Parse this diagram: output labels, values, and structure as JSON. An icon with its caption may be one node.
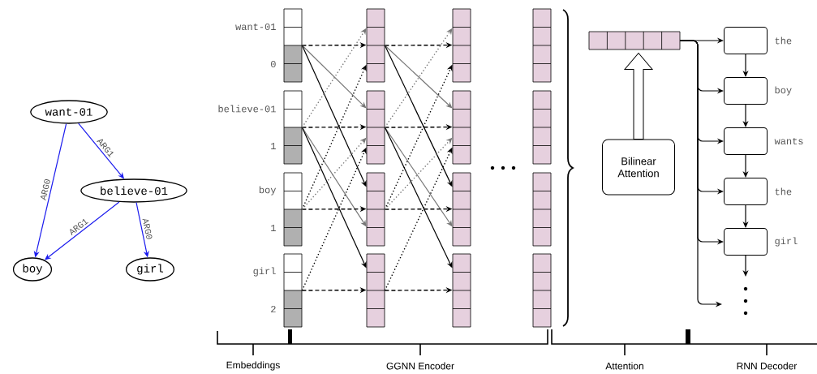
{
  "diagram": {
    "nodes": [
      {
        "text": [
          "want-01"
        ]
      },
      {
        "text": [
          "believe-01"
        ]
      },
      {
        "text": [
          "boy"
        ]
      },
      {
        "text": [
          "girl"
        ]
      },
      {
        "text": [],
        "shape": "box",
        "beside": [
          "want-01",
          "0"
        ]
      },
      {
        "text": [],
        "shape": "box",
        "beside": [
          "believe-01",
          "1"
        ]
      },
      {
        "text": [],
        "shape": "box",
        "beside": [
          "boy",
          "1"
        ]
      },
      {
        "text": [],
        "shape": "box",
        "beside": [
          "girl",
          "2"
        ]
      },
      {
        "text": [],
        "shape": "box"
      },
      {
        "text": [],
        "shape": "box"
      },
      {
        "text": [],
        "shape": "box"
      },
      {
        "text": [],
        "shape": "box"
      },
      {
        "text": [],
        "shape": "box"
      },
      {
        "text": [],
        "shape": "box"
      },
      {
        "text": [],
        "shape": "box"
      },
      {
        "text": [],
        "shape": "box"
      },
      {
        "text": [],
        "shape": "box"
      },
      {
        "text": [],
        "shape": "box"
      },
      {
        "text": [],
        "shape": "box"
      },
      {
        "text": [],
        "shape": "box"
      },
      {
        "text": [],
        "shape": "box"
      },
      {
        "text": [
          "Bilinear Attention"
        ]
      },
      {
        "text": [],
        "shape": "box",
        "beside": [
          "the"
        ]
      },
      {
        "text": [],
        "shape": "box",
        "beside": [
          "boy"
        ]
      },
      {
        "text": [],
        "shape": "box",
        "beside": [
          "wants"
        ]
      },
      {
        "text": [],
        "shape": "box",
        "beside": [
          "the"
        ]
      },
      {
        "text": [],
        "shape": "box",
        "beside": [
          "girl"
        ]
      }
    ],
    "edges": [
      {
        "from": 0,
        "to": 2,
        "arrow": "to",
        "label": "ARG0",
        "color": "#1a1aee"
      },
      {
        "from": 0,
        "to": 1,
        "arrow": "to",
        "label": "ARG1",
        "color": "#1a1aee"
      },
      {
        "from": 1,
        "to": 2,
        "arrow": "to",
        "label": "ARG1",
        "color": "#1a1aee"
      },
      {
        "from": 1,
        "to": 3,
        "arrow": "to",
        "label": "ARG0",
        "color": "#1a1aee"
      },
      {
        "from": 4,
        "to": 8,
        "arrow": "to",
        "style": "dashed"
      },
      {
        "from": 4,
        "to": 9,
        "arrow": "to",
        "color": "#777777"
      },
      {
        "from": 4,
        "to": 10,
        "arrow": "to"
      },
      {
        "from": 5,
        "to": 9,
        "arrow": "to",
        "style": "dashed"
      },
      {
        "from": 5,
        "to": 10,
        "arrow": "to",
        "color": "#777777"
      },
      {
        "from": 5,
        "to": 11,
        "arrow": "to"
      },
      {
        "from": 6,
        "to": 10,
        "arrow": "to",
        "style": "dashed"
      },
      {
        "from": 7,
        "to": 11,
        "arrow": "to",
        "style": "dashed"
      },
      {
        "from": 5,
        "to": 8,
        "arrow": "to",
        "style": "dashed",
        "color": "#777777"
      },
      {
        "from": 6,
        "to": 8,
        "arrow": "to",
        "style": "dashed"
      },
      {
        "from": 6,
        "to": 9,
        "arrow": "to",
        "style": "dashed",
        "color": "#777777"
      },
      {
        "from": 7,
        "to": 9,
        "arrow": "to",
        "style": "dashed"
      },
      {
        "from": 8,
        "to": 12,
        "arrow": "to",
        "style": "dashed"
      },
      {
        "from": 8,
        "to": 13,
        "arrow": "to",
        "color": "#777777"
      },
      {
        "from": 8,
        "to": 14,
        "arrow": "to"
      },
      {
        "from": 9,
        "to": 13,
        "arrow": "to",
        "style": "dashed"
      },
      {
        "from": 9,
        "to": 14,
        "arrow": "to",
        "color": "#777777"
      },
      {
        "from": 9,
        "to": 15,
        "arrow": "to"
      },
      {
        "from": 10,
        "to": 14,
        "arrow": "to",
        "style": "dashed"
      },
      {
        "from": 11,
        "to": 15,
        "arrow": "to",
        "style": "dashed"
      },
      {
        "from": 9,
        "to": 12,
        "arrow": "to",
        "style": "dashed",
        "color": "#777777"
      },
      {
        "from": 10,
        "to": 12,
        "arrow": "to",
        "style": "dashed"
      },
      {
        "from": 10,
        "to": 13,
        "arrow": "to",
        "style": "dashed",
        "color": "#777777"
      },
      {
        "from": 11,
        "to": 13,
        "arrow": "to",
        "style": "dashed"
      },
      {
        "from": 21,
        "to": 20,
        "arrow": "to",
        "style": "thick"
      },
      {
        "from": 20,
        "to": 22,
        "arrow": "to"
      },
      {
        "from": 20,
        "to": 23,
        "arrow": "to"
      },
      {
        "from": 20,
        "to": 24,
        "arrow": "to"
      },
      {
        "from": 20,
        "to": 25,
        "arrow": "to"
      },
      {
        "from": 20,
        "to": 26,
        "arrow": "to"
      },
      {
        "from": 20,
        "to": null,
        "arrow": "to"
      },
      {
        "from": 22,
        "to": 23,
        "arrow": "to"
      },
      {
        "from": 23,
        "to": 24,
        "arrow": "to"
      },
      {
        "from": 24,
        "to": 25,
        "arrow": "to"
      },
      {
        "from": 25,
        "to": 26,
        "arrow": "to"
      },
      {
        "from": 26,
        "to": null,
        "arrow": "to"
      }
    ],
    "labels": [
      "Embeddings",
      "GGNN Encoder",
      "Attention",
      "RNN Decoder"
    ]
  }
}
